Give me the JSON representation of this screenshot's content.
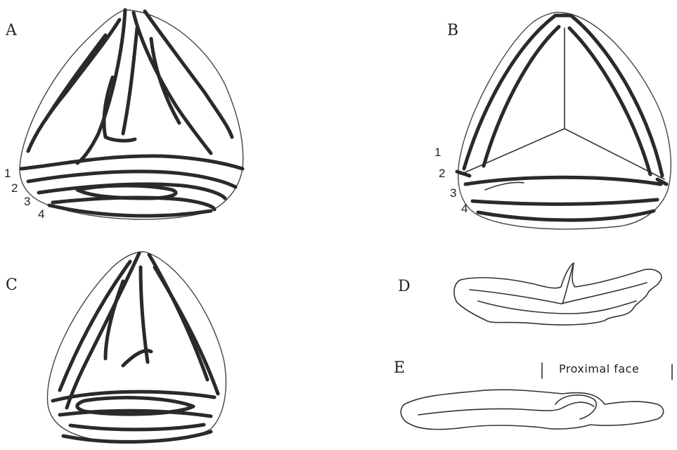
{
  "panels": {
    "a": {
      "letter": "A",
      "ridge_numbers": [
        "1",
        "2",
        "3",
        "4"
      ]
    },
    "b": {
      "letter": "B",
      "ridge_numbers": [
        "1",
        "2",
        "3",
        "4"
      ]
    },
    "c": {
      "letter": "C"
    },
    "d": {
      "letter": "D"
    },
    "e": {
      "letter": "E",
      "caption": "Proximal face"
    }
  },
  "colors": {
    "ink": "#2a2a2a",
    "background": "#ffffff"
  }
}
